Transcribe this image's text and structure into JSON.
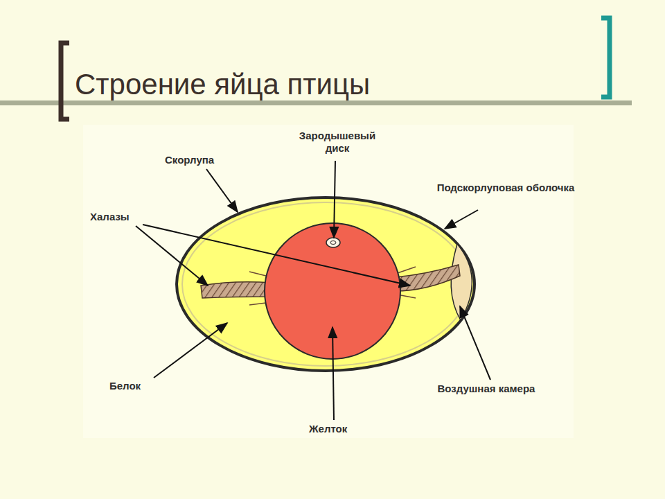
{
  "diagram": {
    "title": "Строение яйца птицы",
    "labels": [
      "Зародышевый диск",
      "Скорлупа",
      "Подскорлуповая оболочка",
      "Халазы",
      "Белок",
      "Воздушная камера",
      "Желток"
    ]
  }
}
